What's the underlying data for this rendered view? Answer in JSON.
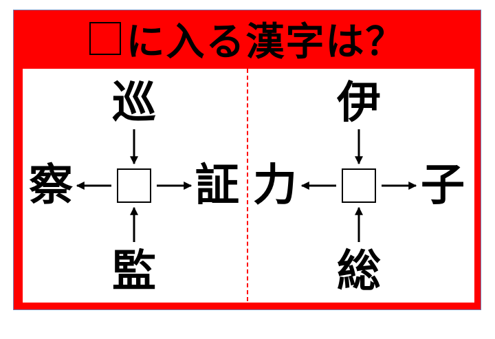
{
  "title": "に入る漢字は？",
  "colors": {
    "frame": "#ff0000",
    "text": "#000000",
    "panel": "#ffffff"
  },
  "puzzles": [
    {
      "top": "巡",
      "left": "察",
      "right": "証",
      "bottom": "監"
    },
    {
      "top": "伊",
      "left": "力",
      "right": "子",
      "bottom": "総"
    }
  ]
}
